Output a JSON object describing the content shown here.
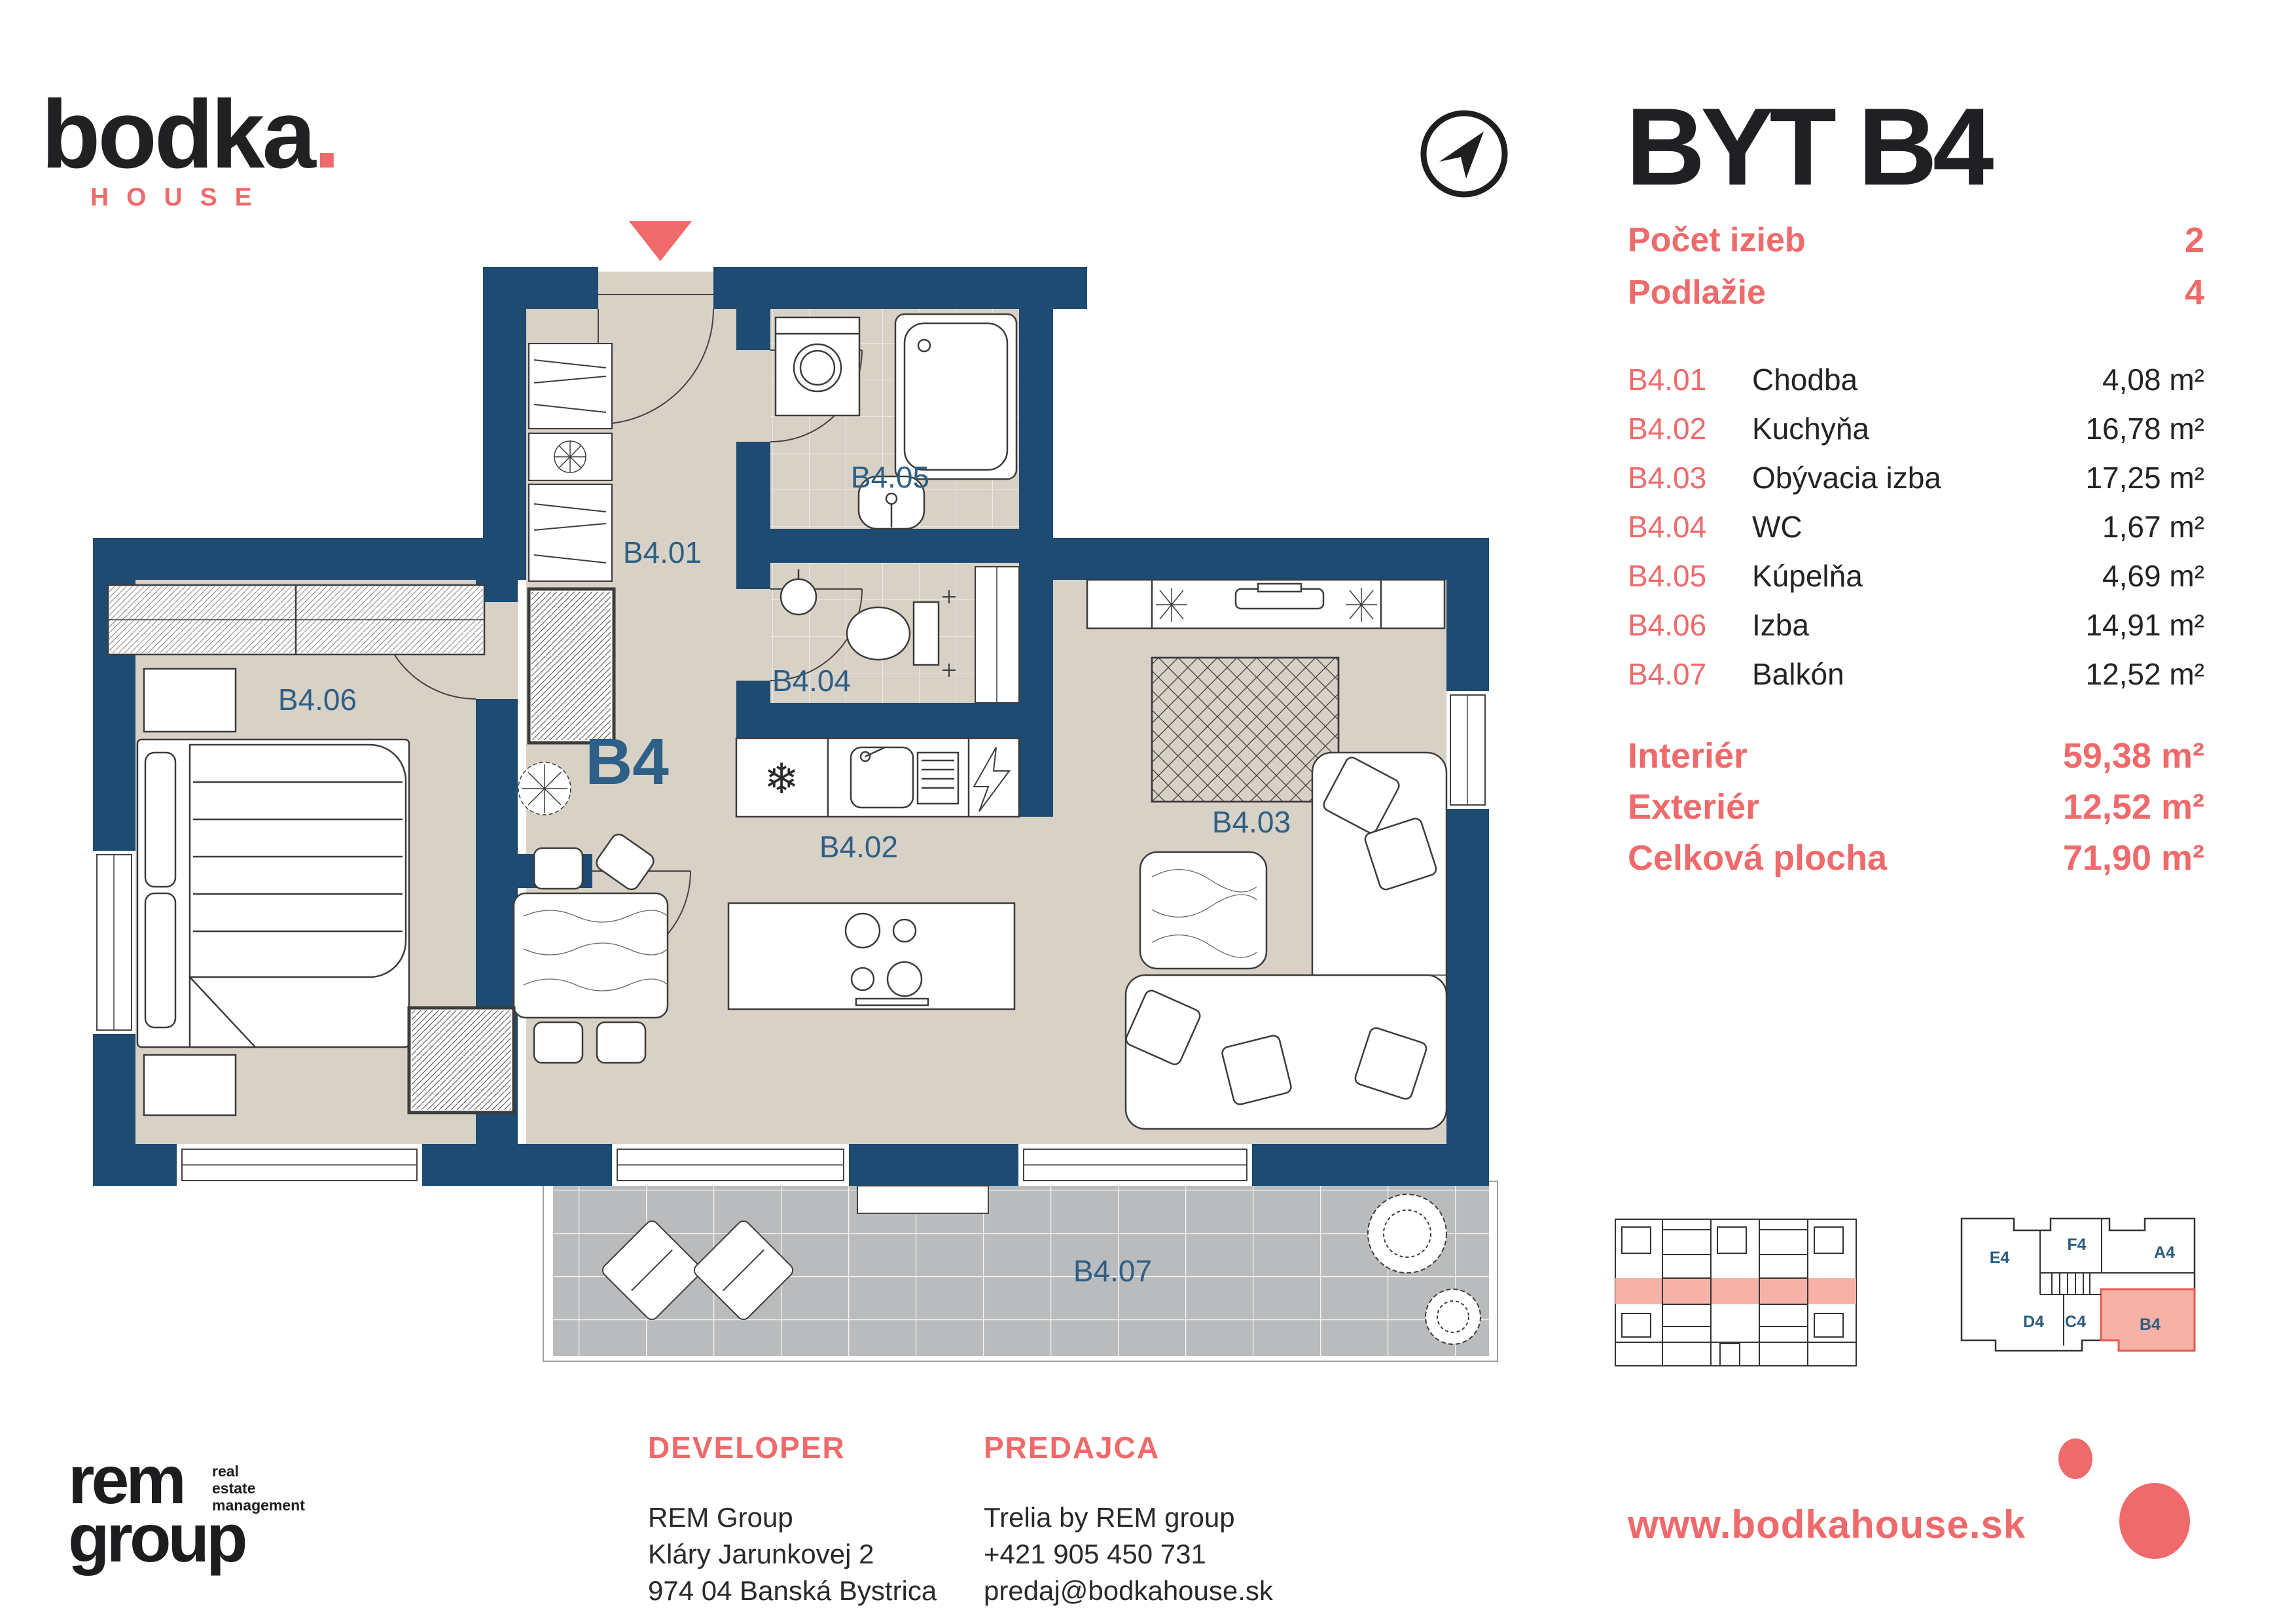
{
  "brand": {
    "name": "bodka",
    "dot": ".",
    "sub": "HOUSE"
  },
  "header": {
    "title": "BYT B4"
  },
  "specs": [
    {
      "label": "Počet izieb",
      "value": "2"
    },
    {
      "label": "Podlažie",
      "value": "4"
    }
  ],
  "rooms": [
    {
      "code": "B4.01",
      "name": "Chodba",
      "area": "4,08 m²"
    },
    {
      "code": "B4.02",
      "name": "Kuchyňa",
      "area": "16,78 m²"
    },
    {
      "code": "B4.03",
      "name": "Obývacia izba",
      "area": "17,25 m²"
    },
    {
      "code": "B4.04",
      "name": "WC",
      "area": "1,67 m²"
    },
    {
      "code": "B4.05",
      "name": "Kúpelňa",
      "area": "4,69 m²"
    },
    {
      "code": "B4.06",
      "name": "Izba",
      "area": "14,91 m²"
    },
    {
      "code": "B4.07",
      "name": "Balkón",
      "area": "12,52 m²"
    }
  ],
  "summary": [
    {
      "label": "Interiér",
      "value": "59,38 m²"
    },
    {
      "label": "Exteriér",
      "value": "12,52 m²"
    },
    {
      "label": "Celková plocha",
      "value": "71,90 m²"
    }
  ],
  "plan": {
    "unit": "B4",
    "labels": {
      "b401": "B4.01",
      "b402": "B4.02",
      "b403": "B4.03",
      "b404": "B4.04",
      "b405": "B4.05",
      "b406": "B4.06",
      "b407": "B4.07"
    },
    "fridge_glyph": "❄",
    "icons": {
      "entrance": "entrance-arrow-icon",
      "compass": "compass-icon"
    }
  },
  "key_plan": {
    "labels": [
      "E4",
      "F4",
      "A4",
      "D4",
      "C4",
      "B4"
    ],
    "highlighted": "B4"
  },
  "footer": {
    "developer": {
      "heading": "DEVELOPER",
      "lines": [
        "REM Group",
        "Kláry Jarunkovej 2",
        "974 04 Banská Bystrica"
      ]
    },
    "seller": {
      "heading": "PREDAJCA",
      "lines": [
        "Trelia by REM group",
        "+421 905 450 731",
        "predaj@bodkahouse.sk"
      ]
    },
    "website": "www.bodkahouse.sk",
    "rem_logo": {
      "top": "rem",
      "bottom": "group",
      "tagline": [
        "real",
        "estate",
        "management"
      ]
    }
  },
  "colors": {
    "coral": "#ee6a6b",
    "navy": "#1d4b72",
    "navy_text": "#2e5f86",
    "beige": "#d8d1c5",
    "balcony_gray": "#b9bbbd",
    "highlight": "#f6b2a7",
    "dark": "#212124"
  }
}
